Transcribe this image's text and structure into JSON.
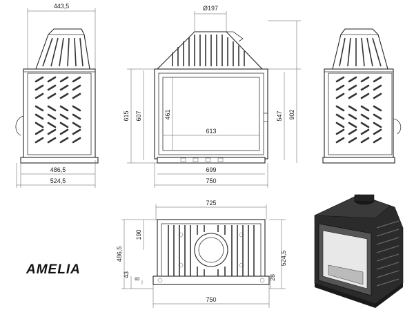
{
  "title": "AMELIA",
  "dimensions": {
    "side_left_top": "443,5",
    "side_left_bottom_inner": "486,5",
    "side_left_bottom_outer": "524,5",
    "front_flue": "Ø197",
    "front_height_outer": "615",
    "front_height_inner": "607",
    "front_glass_height": "461",
    "front_glass_width": "613",
    "front_right_inner": "547",
    "front_right_outer": "902",
    "front_bottom_inner": "699",
    "front_bottom_outer": "750",
    "top_width": "725",
    "top_left_upper": "190",
    "top_left_total": "486,5",
    "top_left_small": "43",
    "top_left_tiny": "8",
    "top_right_small": "28",
    "top_right_total": "524,5",
    "top_bottom_width": "750"
  }
}
